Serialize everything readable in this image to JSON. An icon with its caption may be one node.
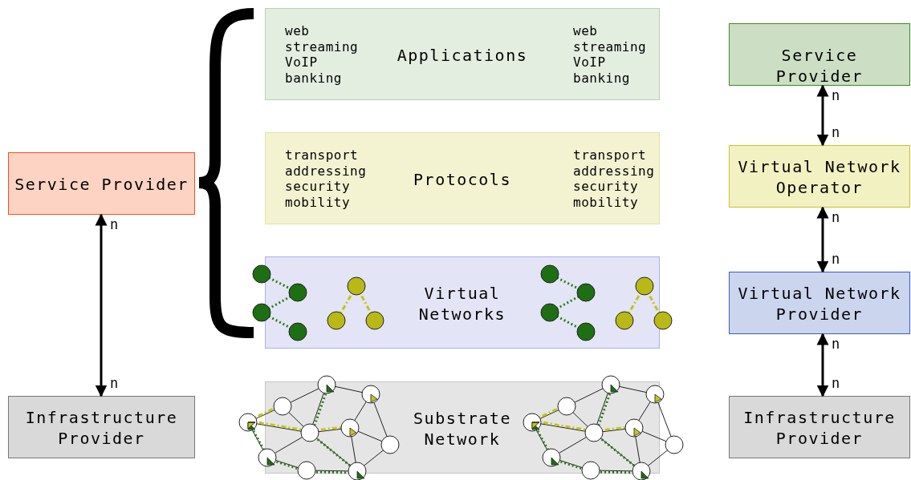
{
  "diagram": {
    "nodes": [
      {
        "text": [
          "Service Provider"
        ]
      },
      {
        "text": [
          "Infrastructure Provider"
        ]
      },
      {
        "text": [
          "web streaming VoIP banking",
          "Applications",
          "web streaming VoIP banking"
        ]
      },
      {
        "text": [
          "transport addressing security mobility",
          "Protocols",
          "transport addressing security mobility"
        ]
      },
      {
        "text": [
          "Virtual Networks"
        ]
      },
      {
        "text": [
          "Substrate Network"
        ]
      },
      {
        "text": [
          "Service Provider"
        ]
      },
      {
        "text": [
          "Virtual Network Operator"
        ]
      },
      {
        "text": [
          "Virtual Network Provider"
        ]
      },
      {
        "text": [
          "Infrastructure Provider"
        ]
      }
    ],
    "edges": [
      {
        "from": 0,
        "to": 1,
        "arrow": "both"
      },
      {
        "from": 6,
        "to": 7,
        "arrow": "both"
      },
      {
        "from": 7,
        "to": 8,
        "arrow": "both"
      },
      {
        "from": 8,
        "to": 9,
        "arrow": "both"
      }
    ],
    "labels": [
      "n",
      "n",
      "n",
      "n",
      "n",
      "n",
      "n",
      "n"
    ]
  }
}
